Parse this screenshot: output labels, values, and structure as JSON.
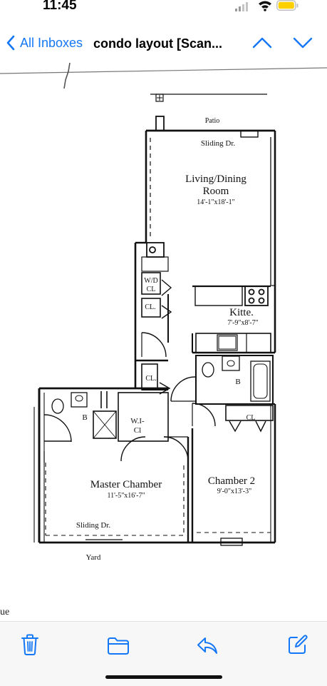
{
  "status": {
    "time": "11:45"
  },
  "nav": {
    "back_label": "All Inboxes",
    "title": "condo layout [Scan..."
  },
  "colors": {
    "accent": "#1478f6",
    "battery": "#ffd000"
  },
  "floor_plan": {
    "patio": "Patio",
    "sliding_door_top": "Sliding Dr.",
    "living_name_1": "Living/Dining",
    "living_name_2": "Room",
    "living_dims": "14'-1\"x18'-1\"",
    "wd_1": "W/D",
    "wd_2": "CL",
    "closet_1": "CL.",
    "kitchen_name": "Kitte.",
    "kitchen_dims": "7'-9\"x8'-7\"",
    "closet_2": "CL.",
    "bath_2": "B",
    "bath_1": "B",
    "wic_1": "W.I-",
    "wic_2": "Cl",
    "closet_3": "CL",
    "master_name": "Master Chamber",
    "master_dims": "11'-5\"x16'-7\"",
    "chamber2_name": "Chamber 2",
    "chamber2_dims": "9'-0\"x13'-3\"",
    "sliding_door_bottom": "Sliding Dr.",
    "yard": "Yard"
  },
  "partial_text": "ue",
  "toolbar": {
    "icons": [
      "trash-icon",
      "folder-icon",
      "reply-icon",
      "compose-icon"
    ]
  }
}
